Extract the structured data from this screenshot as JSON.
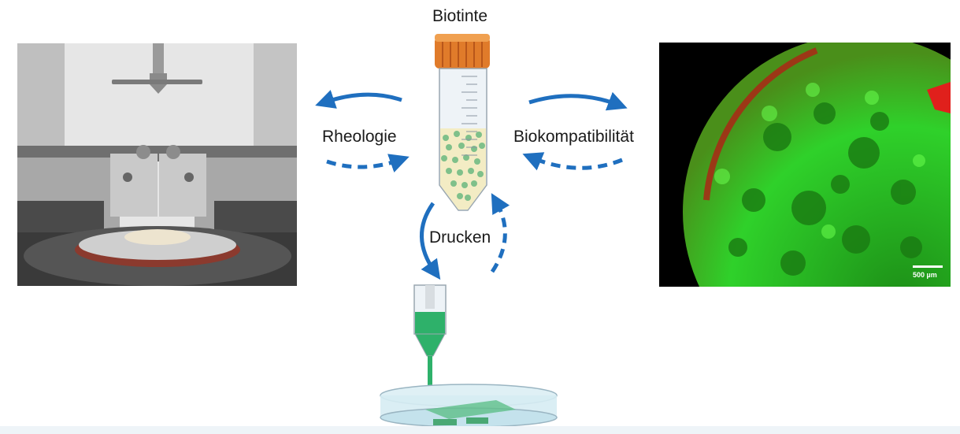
{
  "labels": {
    "bioink": "Biotinte",
    "rheology": "Rheologie",
    "biocompatibility": "Biokompatibilität",
    "printing": "Drucken"
  },
  "microscopy": {
    "scale_bar": "500 µm"
  },
  "colors": {
    "arrow": "#1f6fbf",
    "cap": "#e07b2a",
    "cells_green": "#2fd12a",
    "dead_red": "#e0201c",
    "ink_green": "#2eb16a"
  }
}
